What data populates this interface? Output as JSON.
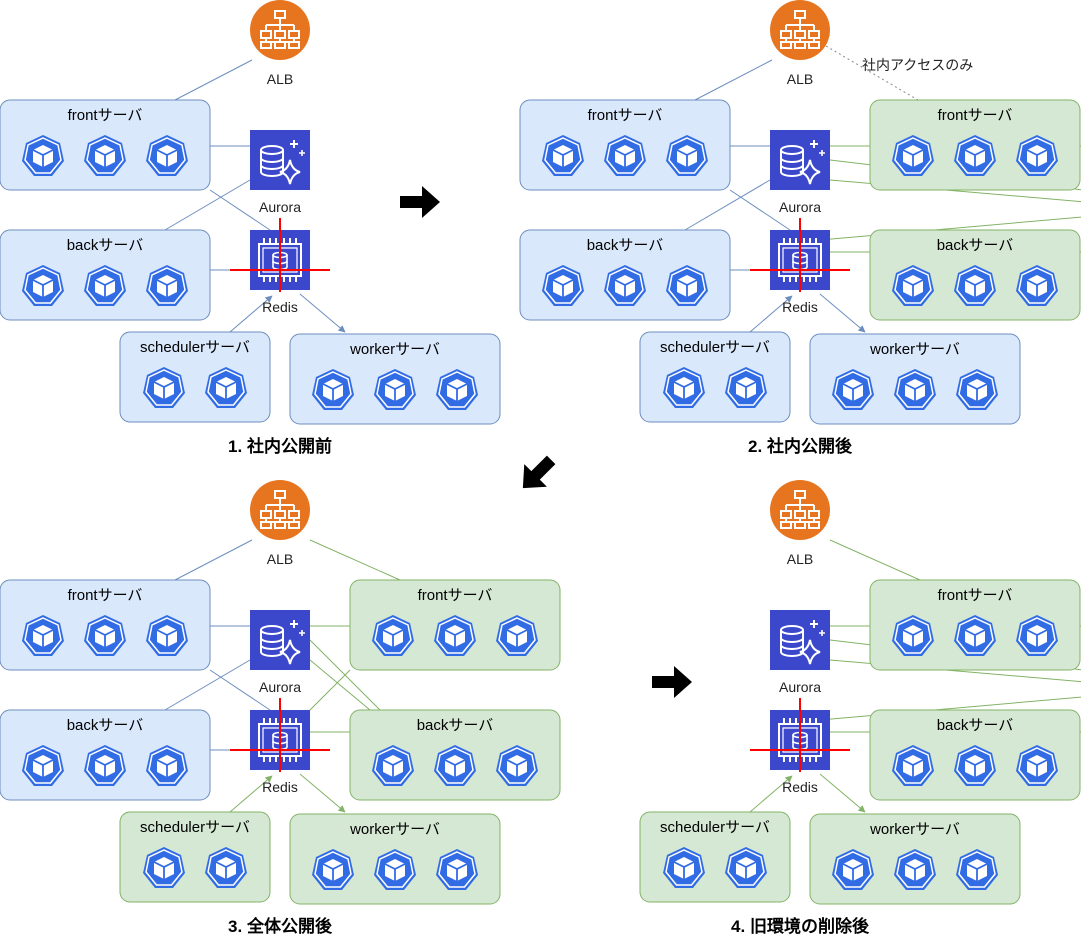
{
  "colors": {
    "old_fill": "#dae8fc",
    "old_stroke": "#6c8ebf",
    "new_fill": "#d5e8d4",
    "new_stroke": "#82b366",
    "alb": "#e7751f",
    "db": "#3b48cc",
    "k8s": "#326ce5",
    "cut": "#ff0000"
  },
  "labels": {
    "alb": "ALB",
    "aurora": "Aurora",
    "redis": "Redis",
    "front": "frontサーバ",
    "back": "backサーバ",
    "scheduler": "schedulerサーバ",
    "worker": "workerサーバ",
    "internal_only": "社内アクセスのみ"
  },
  "captions": [
    "1. 社内公開前",
    "2. 社内公開後",
    "3. 全体公開後",
    "4. 旧環境の削除後"
  ],
  "icons": {
    "alb": "load-balancer-icon",
    "aurora": "aurora-database-icon",
    "redis": "elasticache-redis-icon",
    "pod": "kubernetes-pod-icon",
    "arrow": "step-arrow-icon"
  }
}
